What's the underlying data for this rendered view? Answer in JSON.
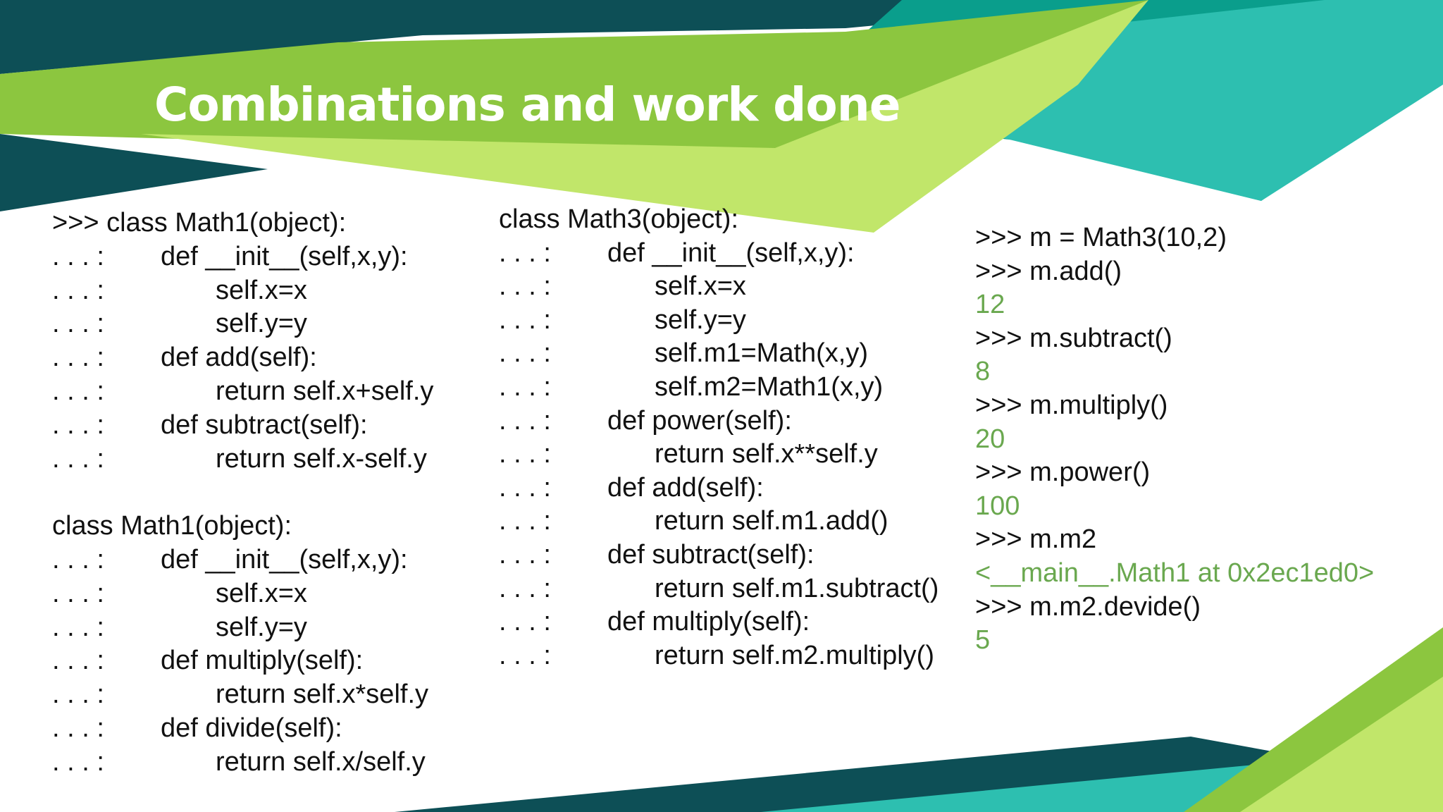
{
  "title": "Combinations and work done",
  "colors": {
    "dark_teal": "#0d4f56",
    "teal": "#0a9e8c",
    "light_teal": "#2dbfb0",
    "green": "#8cc63f",
    "light_green": "#c1e66a",
    "output_green": "#6aa84f"
  },
  "left_column": [
    {
      "prefix": "",
      "code": ">>> class Math1(object):",
      "level": 0
    },
    {
      "prefix": ". . . :",
      "code": "def __init__(self,x,y):",
      "level": 1
    },
    {
      "prefix": ". . . :",
      "code": "self.x=x",
      "level": 2
    },
    {
      "prefix": ". . . :",
      "code": "self.y=y",
      "level": 2
    },
    {
      "prefix": ". . . :",
      "code": "def add(self):",
      "level": 1
    },
    {
      "prefix": ". . . :",
      "code": "return self.x+self.y",
      "level": 2
    },
    {
      "prefix": ". . . :",
      "code": "def subtract(self):",
      "level": 1
    },
    {
      "prefix": ". . . :",
      "code": "return self.x-self.y",
      "level": 2
    },
    {
      "prefix": "",
      "code": "",
      "level": 0
    },
    {
      "prefix": "",
      "code": "class Math1(object):",
      "level": 0
    },
    {
      "prefix": ". . . :",
      "code": "def __init__(self,x,y):",
      "level": 1
    },
    {
      "prefix": ". . . :",
      "code": "self.x=x",
      "level": 2
    },
    {
      "prefix": ". . . :",
      "code": "self.y=y",
      "level": 2
    },
    {
      "prefix": ". . . :",
      "code": "def multiply(self):",
      "level": 1
    },
    {
      "prefix": ". . . :",
      "code": "return self.x*self.y",
      "level": 2
    },
    {
      "prefix": ". . . :",
      "code": "def divide(self):",
      "level": 1
    },
    {
      "prefix": ". . . :",
      "code": "return self.x/self.y",
      "level": 2
    }
  ],
  "middle_column": [
    {
      "prefix": "",
      "code": "class Math3(object):",
      "level": 0
    },
    {
      "prefix": ". . . :",
      "code": "def __init__(self,x,y):",
      "level": 1
    },
    {
      "prefix": ". . . :",
      "code": "self.x=x",
      "level": 2
    },
    {
      "prefix": ". . . :",
      "code": "self.y=y",
      "level": 2
    },
    {
      "prefix": ". . . :",
      "code": "self.m1=Math(x,y)",
      "level": 2
    },
    {
      "prefix": ". . . :",
      "code": "self.m2=Math1(x,y)",
      "level": 2
    },
    {
      "prefix": ". . . :",
      "code": "def power(self):",
      "level": 1
    },
    {
      "prefix": ". . . :",
      "code": "return self.x**self.y",
      "level": 2
    },
    {
      "prefix": ". . . :",
      "code": "def add(self):",
      "level": 1
    },
    {
      "prefix": ". . . :",
      "code": "return self.m1.add()",
      "level": 2
    },
    {
      "prefix": ". . . :",
      "code": "def subtract(self):",
      "level": 1
    },
    {
      "prefix": ". . . :",
      "code": "return self.m1.subtract()",
      "level": 2
    },
    {
      "prefix": ". . . :",
      "code": "def multiply(self):",
      "level": 1
    },
    {
      "prefix": ". . . :",
      "code": "return self.m2.multiply()",
      "level": 2
    }
  ],
  "right_column": [
    {
      "text": ">>> m = Math3(10,2)",
      "kind": "input"
    },
    {
      "text": ">>> m.add()",
      "kind": "input"
    },
    {
      "text": "12",
      "kind": "output"
    },
    {
      "text": ">>> m.subtract()",
      "kind": "input"
    },
    {
      "text": "8",
      "kind": "output"
    },
    {
      "text": ">>> m.multiply()",
      "kind": "input"
    },
    {
      "text": "20",
      "kind": "output"
    },
    {
      "text": ">>> m.power()",
      "kind": "input"
    },
    {
      "text": "100",
      "kind": "output"
    },
    {
      "text": ">>> m.m2",
      "kind": "input"
    },
    {
      "text": "<__main__.Math1 at 0x2ec1ed0>",
      "kind": "output"
    },
    {
      "text": ">>> m.m2.devide()",
      "kind": "input"
    },
    {
      "text": "5",
      "kind": "output"
    }
  ]
}
